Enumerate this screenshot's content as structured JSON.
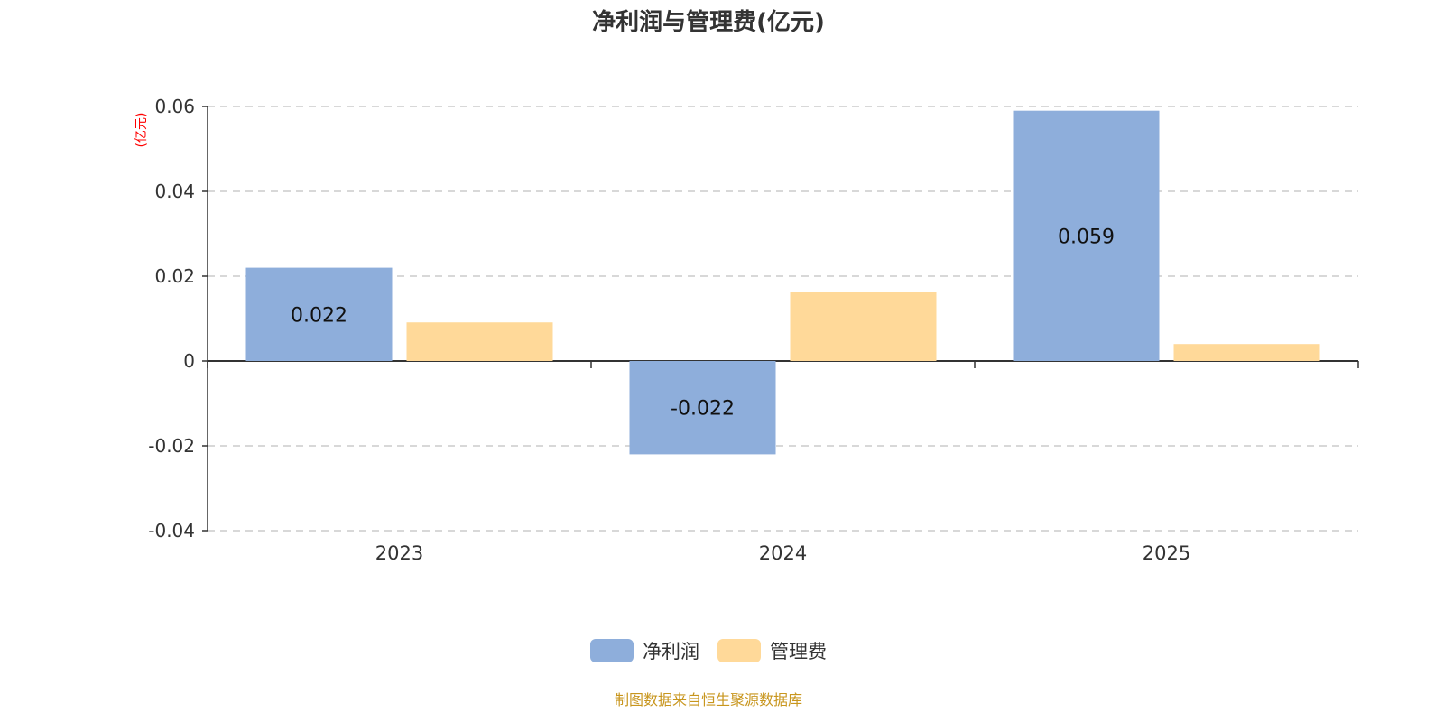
{
  "chart_data": {
    "type": "bar",
    "title": "净利润与管理费(亿元)",
    "ylabel": "(亿元)",
    "xlabel": "",
    "categories": [
      "2023",
      "2024",
      "2025"
    ],
    "series": [
      {
        "name": "净利润",
        "color": "#8eaedb",
        "values": [
          0.022,
          -0.022,
          0.059
        ],
        "labels": [
          "0.022",
          "-0.022",
          "0.059"
        ]
      },
      {
        "name": "管理费",
        "color": "#ffd999",
        "values": [
          0.0091,
          0.0162,
          0.004
        ],
        "labels": [
          "",
          "",
          ""
        ]
      }
    ],
    "ylim": [
      -0.04,
      0.06
    ],
    "yticks": [
      0.06,
      0.04,
      0.02,
      0,
      -0.02,
      -0.04
    ],
    "ytick_labels": [
      "0.06",
      "0.04",
      "0.02",
      "0",
      "-0.02",
      "-0.04"
    ],
    "grid": true,
    "legend_position": "bottom-center"
  },
  "source_text": "制图数据来自恒生聚源数据库"
}
